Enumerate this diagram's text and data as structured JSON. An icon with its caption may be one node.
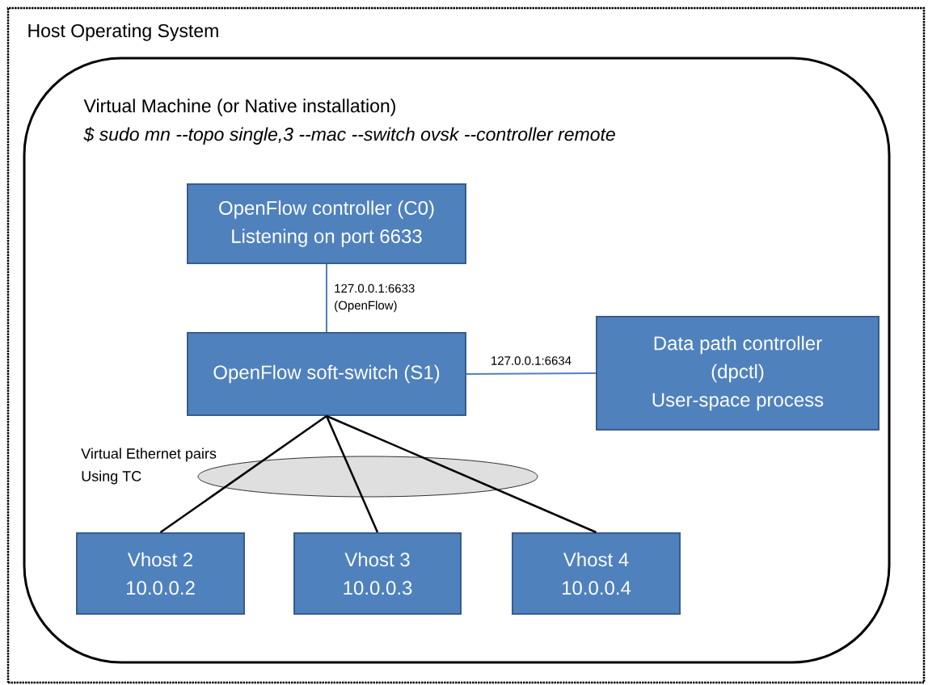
{
  "diagram": {
    "nodes": [
      {
        "text": [
          "Host Operating System"
        ]
      },
      {
        "text": [
          "Virtual Machine (or Native installation)",
          "$ sudo mn --topo single,3 --mac --switch ovsk --controller remote"
        ],
        "in": 0
      },
      {
        "text": [
          "OpenFlow controller (C0)",
          "Listening on port 6633"
        ],
        "in": 1
      },
      {
        "text": [
          "OpenFlow soft-switch (S1)"
        ],
        "in": 1
      },
      {
        "text": [
          "Data path controller",
          "(dpctl)",
          "User-space process"
        ],
        "in": 1
      },
      {
        "text": [
          "Vhost 2",
          "10.0.0.2"
        ],
        "in": 1
      },
      {
        "text": [
          "Vhost 3",
          "10.0.0.3"
        ],
        "in": 1
      },
      {
        "text": [
          "Vhost 4",
          "10.0.0.4"
        ],
        "in": 1
      }
    ],
    "edges": [
      {
        "from": 2,
        "to": 3,
        "arrow": "none",
        "label": "127.0.0.1:6633 (OpenFlow)",
        "color": "#4f81bd"
      },
      {
        "from": 3,
        "to": 4,
        "arrow": "none",
        "label": "127.0.0.1:6634",
        "color": "#4f81bd"
      },
      {
        "from": 3,
        "to": 5,
        "arrow": "none"
      },
      {
        "from": 3,
        "to": 6,
        "arrow": "none"
      },
      {
        "from": 3,
        "to": 7,
        "arrow": "none"
      }
    ],
    "labels": [
      "Virtual Ethernet pairs",
      "Using TC"
    ]
  }
}
